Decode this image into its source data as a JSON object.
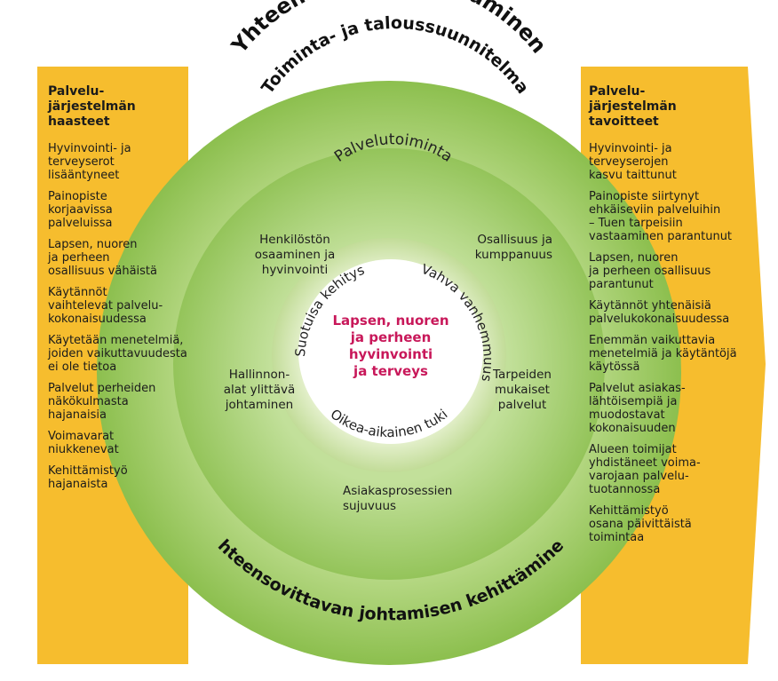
{
  "title_top": "Yhteensovittava johtaminen",
  "ring_top": "Toiminta- ja taloussuunnitelma",
  "ring_bottom": "Yhteensovittavan johtamisen kehittäminen",
  "middle_ring_title": "Palvelutoiminta",
  "inner_ring": {
    "left_arc": "Suotuisa kehitys",
    "right_arc": "Vahva vanhemmuus",
    "bottom_arc": "Oikea-aikainen tuki"
  },
  "center": "Lapsen, nuoren\nja perheen\nhyvinvointi\nja terveys",
  "middle_labels": {
    "top_left": "Henkilöstön\nosaaminen ja\nhyvinvointi",
    "top_right": "Osallisuus ja\nkumppanuus",
    "left": "Hallinnon-\nalat ylittävä\njohtaminen",
    "right": "Tarpeiden\nmukaiset\npalvelut",
    "bottom": "Asiakasprosessien\nsujuvuus"
  },
  "left_panel": {
    "heading": "Palvelu-\njärjestelmän\nhaasteet",
    "items": [
      "Hyvinvointi- ja\nterveyserot\nlisääntyneet",
      "Painopiste\nkorjaavissa\npalveluissa",
      "Lapsen, nuoren\nja perheen\nosallisuus vähäistä",
      "Käytännöt\nvaihtelevat palvelu-\nkokonaisuudessa",
      "Käytetään menetelmiä,\njoiden vaikuttavuudesta\nei ole tietoa",
      "Palvelut perheiden\nnäkökulmasta\nhajanaisia",
      "Voimavarat\nniukkenevat",
      "Kehittämistyö\nhajanaista"
    ]
  },
  "right_panel": {
    "heading": "Palvelu-\njärjestelmän\ntavoitteet",
    "items": [
      "Hyvinvointi- ja\nterveyserojen\nkasvu taittunut",
      "Painopiste siirtynyt\nehkäiseviin palveluihin\n– Tuen tarpeisiin\nvastaaminen parantunut",
      "Lapsen, nuoren\nja  perheen osallisuus\nparantunut",
      "Käytännöt yhtenäisiä\npalvelukokonaisuudessa",
      "Enemmän vaikuttavia\nmenetelmiä ja käytäntöjä\nkäytössä",
      "Palvelut asiakas-\nlähtöisempiä  ja\nmuodostavat\nkokonaisuuden",
      "Alueen toimijat\nyhdistäneet voima-\nvarojaan palvelu-\ntuotannossa",
      "Kehittämistyö\nosana päivittäistä\ntoimintaa"
    ]
  },
  "colors": {
    "panel_yellow": "#f6bd2e",
    "ring_outer_green": "#9fcb63",
    "ring_middle_green": "#a8d06e",
    "ring_inner_green": "#cfe4ac",
    "center_accent": "#c8185a"
  }
}
